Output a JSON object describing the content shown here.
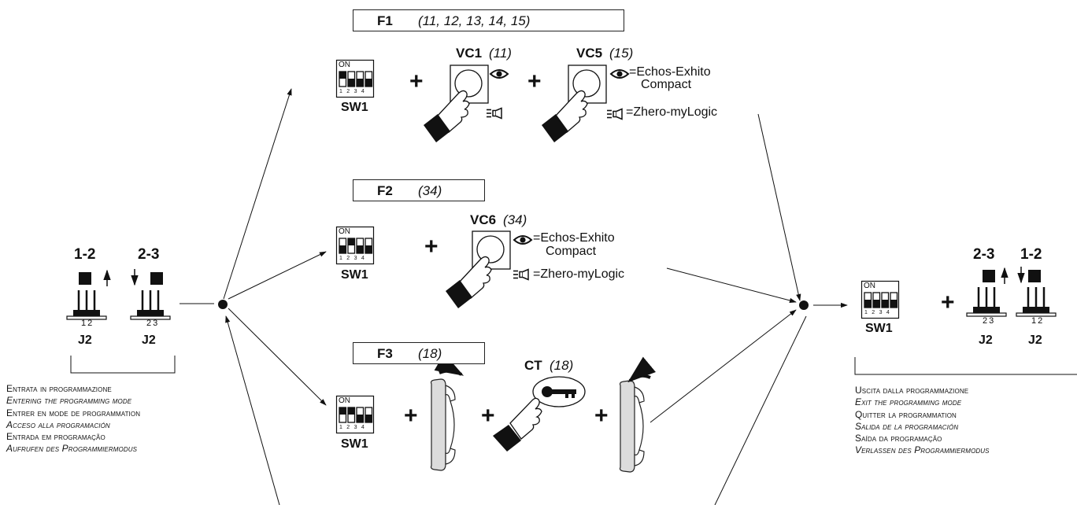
{
  "entry": {
    "jumpers": [
      {
        "label": "1-2",
        "pins": "12",
        "name": "J2"
      },
      {
        "label": "2-3",
        "pins": "23",
        "name": "J2"
      }
    ],
    "description": [
      "Entrata in programmazione",
      "Entering the programming mode",
      "Entrer en mode de programmation",
      "Acceso alla programación",
      "Entrada em programação",
      "Aufrufen des Programmiermodus"
    ]
  },
  "functions": [
    {
      "id": "F1",
      "codes": "(11,  12,  13,  14,  15)",
      "switch": "SW1",
      "buttons": [
        {
          "name": "VC1",
          "code": "(11)"
        },
        {
          "name": "VC5",
          "code": "(15)"
        }
      ]
    },
    {
      "id": "F2",
      "codes": "(34)",
      "switch": "SW1",
      "buttons": [
        {
          "name": "VC6",
          "code": "(34)"
        }
      ]
    },
    {
      "id": "F3",
      "codes": "(18)",
      "switch": "SW1",
      "buttons": [
        {
          "name": "CT",
          "code": "(18)"
        }
      ]
    }
  ],
  "legend": {
    "echos_line1": "=Echos-Exhito",
    "echos_line2": "Compact",
    "zhero": "=Zhero-myLogic"
  },
  "plus": "+",
  "sw_on": "ON",
  "sw_numbers": [
    "1",
    "2",
    "3",
    "4"
  ],
  "exit": {
    "switch": "SW1",
    "jumpers": [
      {
        "label": "2-3",
        "pins": "23",
        "name": "J2"
      },
      {
        "label": "1-2",
        "pins": "12",
        "name": "J2"
      }
    ],
    "description": [
      "Uscita dalla programmazione",
      "Exit the programming mode",
      "Quitter la programmation",
      "Salida de la programación",
      "Saída da programação",
      "Verlassen des Programmiermodus"
    ]
  }
}
